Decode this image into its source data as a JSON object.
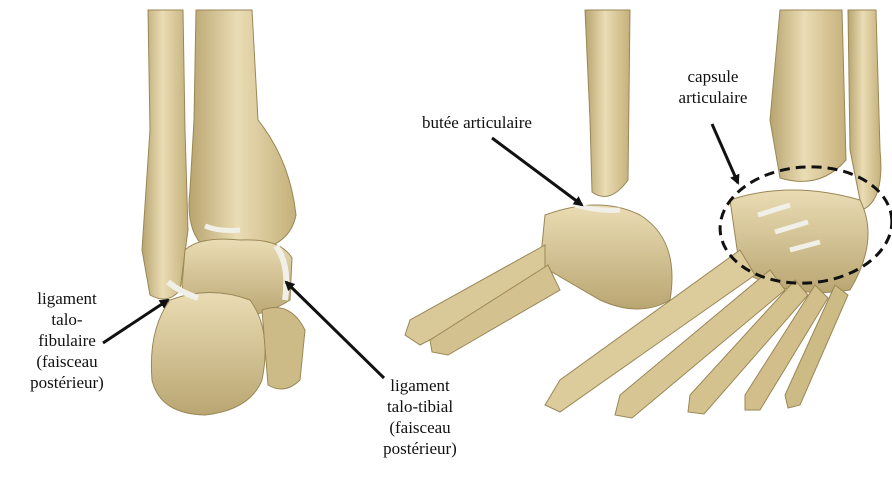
{
  "labels": {
    "posterior_talofibular": [
      "ligament",
      "talo-",
      "fibulaire",
      "(faisceau",
      "postérieur)"
    ],
    "posterior_talotibial": [
      "ligament",
      "talo-tibial",
      "(faisceau",
      "postérieur)"
    ],
    "joint_stop": "butée articulaire",
    "joint_capsule": [
      "capsule",
      "articulaire"
    ]
  },
  "colors": {
    "bone": "#e5d6ae",
    "bone_shadow": "#b7a46f",
    "bone_dark": "#8d7b4e",
    "ligament": "#f1f0e8",
    "ink": "#111111"
  }
}
